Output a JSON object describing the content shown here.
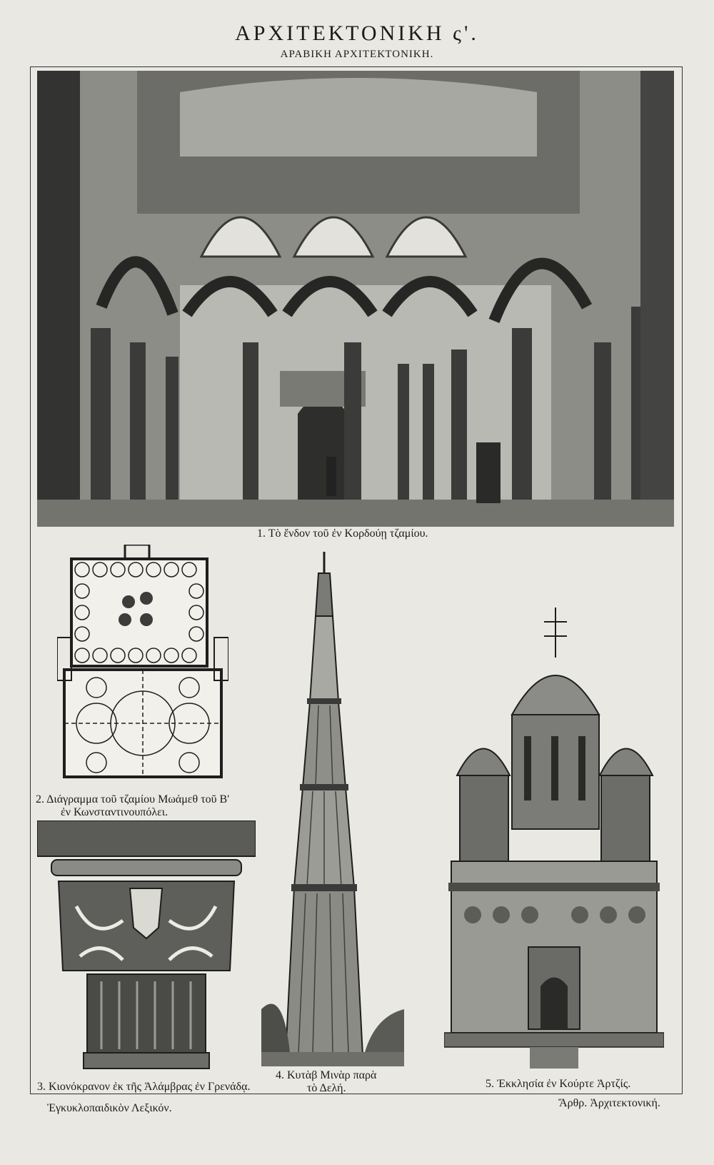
{
  "header": {
    "title": "ΑΡΧΙΤΕΚΤΟΝΙΚΗ ς'.",
    "subtitle": "ΑΡΑΒΙΚΗ ΑΡΧΙΤΕΚΤΟΝΙΚΗ."
  },
  "figures": {
    "fig1": {
      "caption": "1. Τὸ ἔνδον τοῦ ἐν Κορδούῃ τζαμίου."
    },
    "fig2": {
      "caption_line1": "2. Διάγραμμα τοῦ τζαμίου Μωάμεθ τοῦ Β'",
      "caption_line2": "ἐν Κωνσταντινουπόλει."
    },
    "fig3": {
      "caption": "3. Κιονόκρανον ἐκ τῆς Ἀλάμβρας ἐν Γρενάδᾳ."
    },
    "fig4": {
      "caption_line1": "4. Κυτὰβ Μινὰρ παρὰ",
      "caption_line2": "τὸ Δελή."
    },
    "fig5": {
      "caption": "5. Ἐκκλησία ἐν Κούρτε Ἀρτζίς."
    }
  },
  "footer": {
    "left": "Ἐγκυκλοπαιδικὸν Λεξικόν.",
    "right": "Ἄρθρ. Ἀρχιτεκτονική."
  },
  "colors": {
    "paper": "#e9e8e3",
    "ink": "#1b1b1b",
    "engraving_dark": "#3a3a3a",
    "engraving_mid": "#8a8a86"
  }
}
